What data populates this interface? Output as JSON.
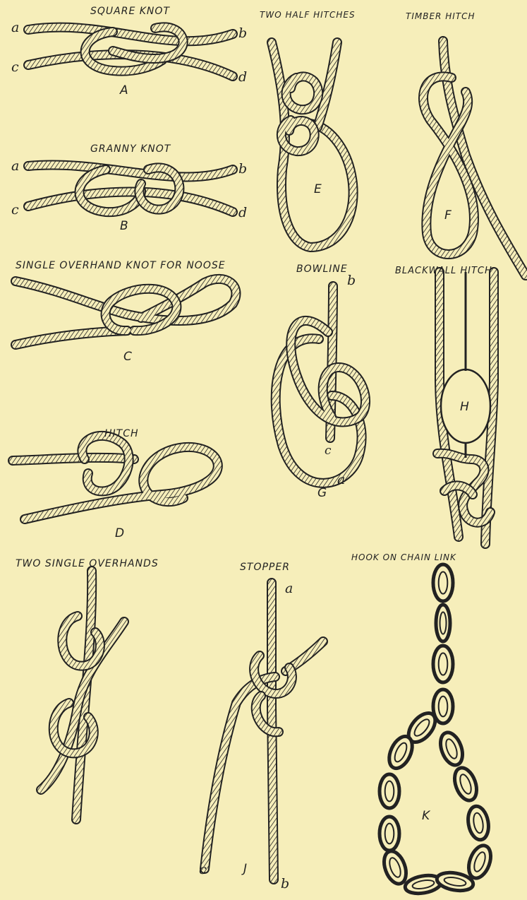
{
  "colors": {
    "paper": "#f6eeba",
    "ink": "#222222",
    "rope_fill": "#f6eeba"
  },
  "figures": {
    "A": {
      "caption": "SQUARE KNOT",
      "label": "A",
      "ends": [
        "a",
        "b",
        "c",
        "d"
      ]
    },
    "B": {
      "caption": "GRANNY KNOT",
      "label": "B",
      "ends": [
        "a",
        "b",
        "c",
        "d"
      ]
    },
    "C": {
      "caption": "SINGLE OVERHAND KNOT FOR NOOSE",
      "label": "C"
    },
    "D": {
      "caption": "HITCH",
      "label": "D"
    },
    "E": {
      "caption": "TWO HALF HITCHES",
      "label": "E"
    },
    "F": {
      "caption": "TIMBER HITCH",
      "label": "F"
    },
    "G": {
      "caption": "BOWLINE",
      "label": "G",
      "ends": [
        "a",
        "b",
        "c"
      ]
    },
    "H": {
      "caption": "BLACKWALL HITCH",
      "label": "H"
    },
    "I": {
      "caption": "TWO SINGLE OVERHANDS"
    },
    "J": {
      "caption": "STOPPER",
      "label": "J",
      "ends": [
        "a",
        "b",
        "c"
      ]
    },
    "K": {
      "caption": "HOOK ON CHAIN LINK",
      "label": "K"
    }
  }
}
